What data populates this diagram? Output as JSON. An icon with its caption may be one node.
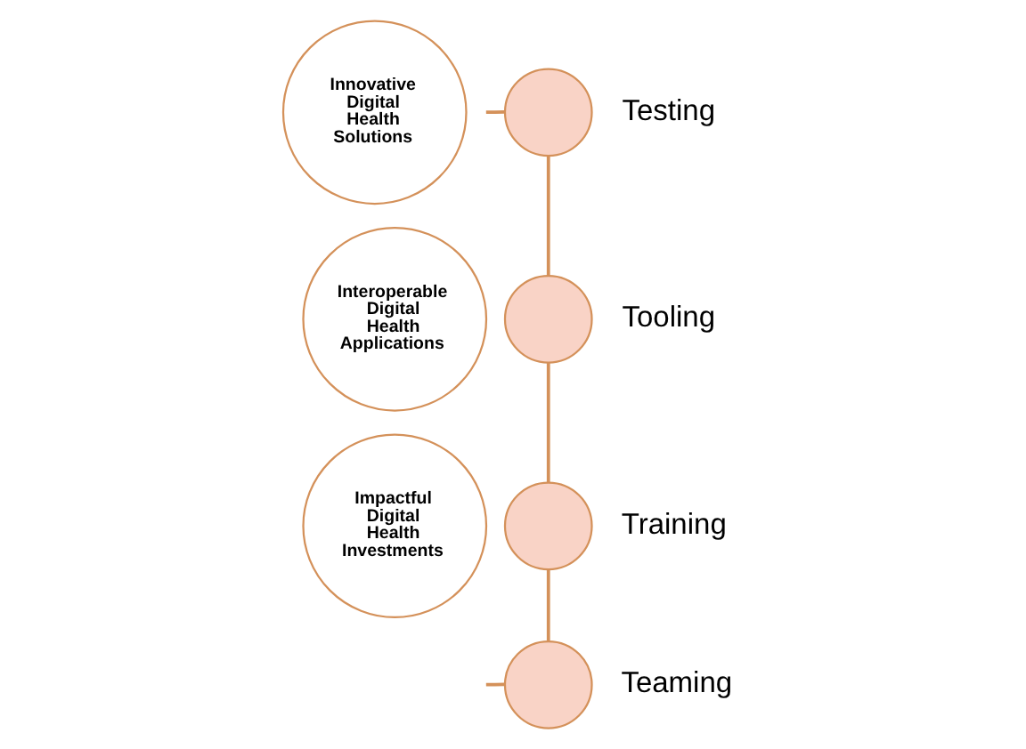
{
  "diagram": {
    "nodes": [
      {
        "text": [
          "Innovative Digital Health Solutions"
        ]
      },
      {
        "text": [
          "Interoperable Digital Health Applications"
        ]
      },
      {
        "text": [
          "Impactful Digital Health Investments"
        ]
      },
      {
        "text": [],
        "shape": "circle",
        "beside": [
          "Testing"
        ]
      },
      {
        "text": [],
        "shape": "circle",
        "beside": [
          "Tooling"
        ]
      },
      {
        "text": [],
        "shape": "circle",
        "beside": [
          "Training"
        ]
      },
      {
        "text": [],
        "shape": "circle",
        "beside": [
          "Teaming"
        ]
      }
    ],
    "edges": [
      {
        "from": null,
        "to": 3,
        "arrow": "none"
      },
      {
        "from": 3,
        "to": 4,
        "arrow": "none"
      },
      {
        "from": 4,
        "to": 5,
        "arrow": "none"
      },
      {
        "from": 5,
        "to": 6,
        "arrow": "none"
      },
      {
        "from": null,
        "to": 6,
        "arrow": "none"
      }
    ]
  }
}
